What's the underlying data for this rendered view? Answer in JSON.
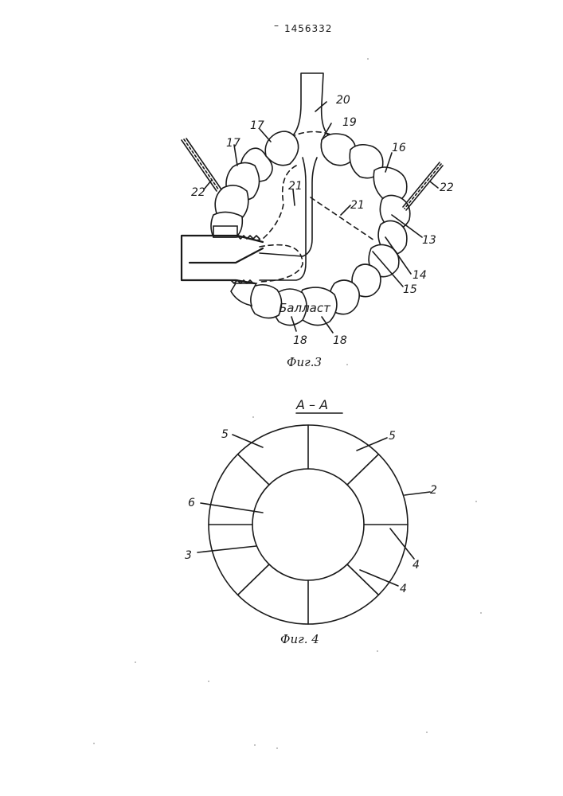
{
  "header": {
    "patent_number": "1456332",
    "dash": "–"
  },
  "fig3": {
    "caption": "Фиг.3",
    "ballast_word": "Балласт",
    "labels": {
      "l20": "20",
      "l19": "19",
      "l17a": "17",
      "l17b": "17",
      "l16": "16",
      "l22a": "22",
      "l22b": "22",
      "l21a": "21",
      "l21b": "21",
      "l13": "13",
      "l14": "14",
      "l15": "15",
      "l18a": "18",
      "l18b": "18"
    }
  },
  "fig4": {
    "section_title": "А – А",
    "caption": "Фиг. 4",
    "labels": {
      "l5a": "5",
      "l5b": "5",
      "l2": "2",
      "l6": "6",
      "l3": "3",
      "l4a": "4",
      "l4b": "4"
    }
  }
}
